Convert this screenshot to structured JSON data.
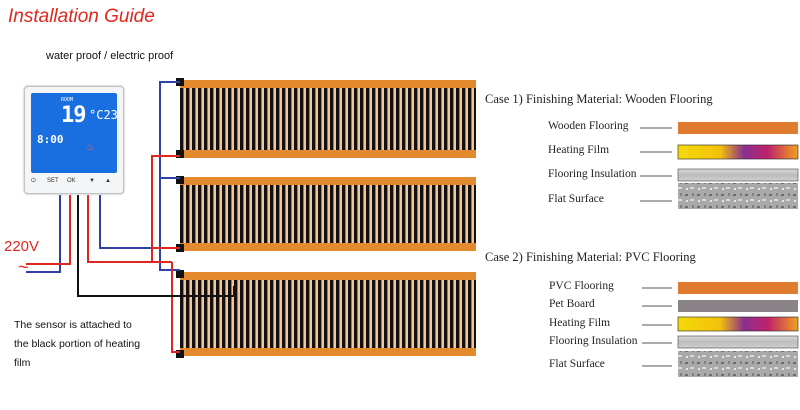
{
  "title": "Installation Guide",
  "labels": {
    "waterproof": "water proof / electric proof",
    "voltage": "220V",
    "ac_symbol": "~",
    "sensor_line1": "The sensor is attached to",
    "sensor_line2": "the black portion of heating",
    "sensor_line3": "film"
  },
  "thermostat": {
    "room_label": "ROOM",
    "room_temp": "19",
    "set_temp": "°C23",
    "clock": "8:00",
    "buttons": [
      "SET",
      "OK",
      "▼",
      "▲"
    ]
  },
  "case1": {
    "title": "Case 1) Finishing Material: Wooden Flooring",
    "layers": [
      {
        "label": "Wooden Flooring",
        "color": "#e07a2c"
      },
      {
        "label": "Heating Film",
        "color": "#d9b21a"
      },
      {
        "label": "Flooring Insulation",
        "color": "#bcbcbc"
      },
      {
        "label": "Flat Surface",
        "color": "#9a9a9a"
      }
    ]
  },
  "case2": {
    "title": "Case 2) Finishing Material: PVC Flooring",
    "layers": [
      {
        "label": "PVC Flooring",
        "color": "#e07a2c"
      },
      {
        "label": "Pet Board",
        "color": "#8a8488"
      },
      {
        "label": "Heating Film",
        "color": "#d9b21a"
      },
      {
        "label": "Flooring Insulation",
        "color": "#bcbcbc"
      },
      {
        "label": "Flat Surface",
        "color": "#9a9a9a"
      }
    ]
  },
  "colors": {
    "red_wire": "#e0271f",
    "blue_wire": "#3140a8",
    "copper": "#e38a2e",
    "film_stripe": "#111111"
  }
}
